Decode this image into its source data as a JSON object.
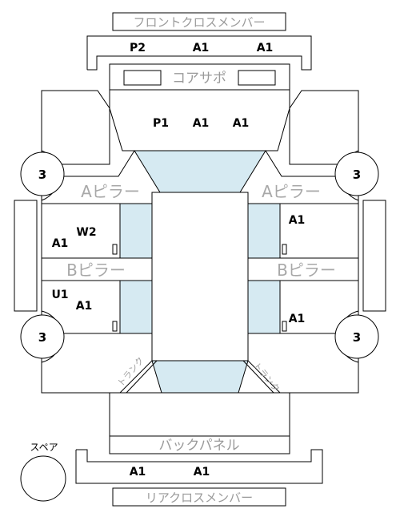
{
  "labels": {
    "front_cross_member": "フロントクロスメンバー",
    "core_support": "コアサポ",
    "a_pillar_left": "Aピラー",
    "a_pillar_right": "Aピラー",
    "b_pillar_left": "Bピラー",
    "b_pillar_right": "Bピラー",
    "back_panel": "バックパネル",
    "rear_cross_member": "リアクロスメンバー",
    "spare": "スペア",
    "trunk_left": "トランク",
    "trunk_right": "トランク"
  },
  "codes": {
    "front_member": [
      "P2",
      "A1",
      "A1"
    ],
    "hood": [
      "P1",
      "A1",
      "A1"
    ],
    "front_left_door": [
      "W2",
      "A1"
    ],
    "front_right_door": [
      "A1"
    ],
    "rear_left_door": [
      "U1",
      "A1"
    ],
    "rear_right_door": [
      "A1"
    ],
    "rear_member": [
      "A1",
      "A1"
    ]
  },
  "wheels": {
    "front_left": "3",
    "front_right": "3",
    "rear_left": "3",
    "rear_right": "3"
  },
  "colors": {
    "glass": "#d6eaf2",
    "line": "#000000",
    "label_gray": "#9a9a9a"
  }
}
